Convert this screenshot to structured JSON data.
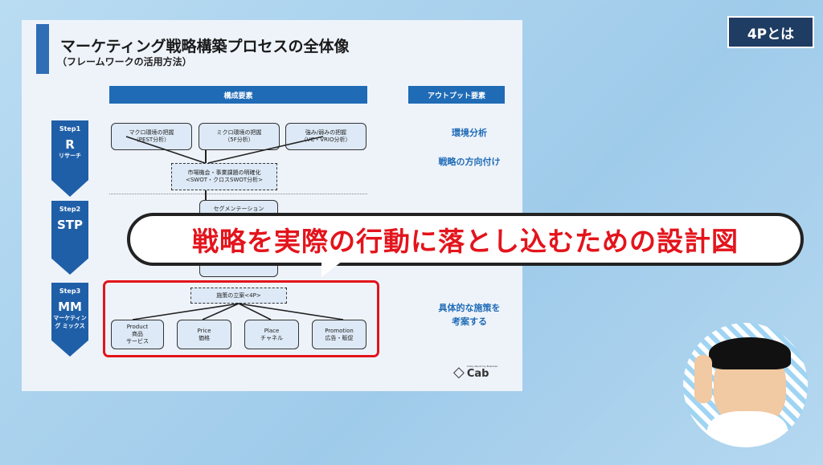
{
  "slide": {
    "title": "マーケティング戦略構築プロセスの全体像",
    "subtitle": "（フレームワークの活用方法）",
    "header_components": "構成要素",
    "header_output": "アウトプット要素",
    "steps": [
      {
        "step": "Step1",
        "big": "R",
        "jp": "リサーチ"
      },
      {
        "step": "Step2",
        "big": "STP",
        "jp": ""
      },
      {
        "step": "Step3",
        "big": "MM",
        "jp": "マーケティング ミックス"
      }
    ],
    "research_boxes": [
      {
        "l1": "マクロ環境の把握",
        "l2": "（PEST分析）"
      },
      {
        "l1": "ミクロ環境の把握",
        "l2": "（5F分析）"
      },
      {
        "l1": "強み/弱みの把握",
        "l2": "（VC・VRIO分析）"
      }
    ],
    "swot": {
      "l1": "市場機会・事業課題の明確化",
      "l2": "<SWOT・クロスSWOT分析>"
    },
    "stp_box": "セグメンテーション",
    "plan": "施策の立案<4P>",
    "fourp": [
      {
        "l1": "Product",
        "l2": "商品",
        "l3": "サービス"
      },
      {
        "l1": "Price",
        "l2": "価格",
        "l3": ""
      },
      {
        "l1": "Place",
        "l2": "チャネル",
        "l3": ""
      },
      {
        "l1": "Promotion",
        "l2": "広告・販促",
        "l3": ""
      }
    ],
    "outputs": [
      "環境分析",
      "戦略の方向付け",
      "具体的な施策を",
      "考案する"
    ],
    "logo": {
      "small": "Crazy About my Business",
      "name": "Cab"
    }
  },
  "caption": "戦略を実際の行動に落とし込むための設計図",
  "tag": "4Pとは",
  "colors": {
    "accent": "#1f6bb6",
    "red": "#e3141c",
    "navy": "#1f3c62"
  }
}
